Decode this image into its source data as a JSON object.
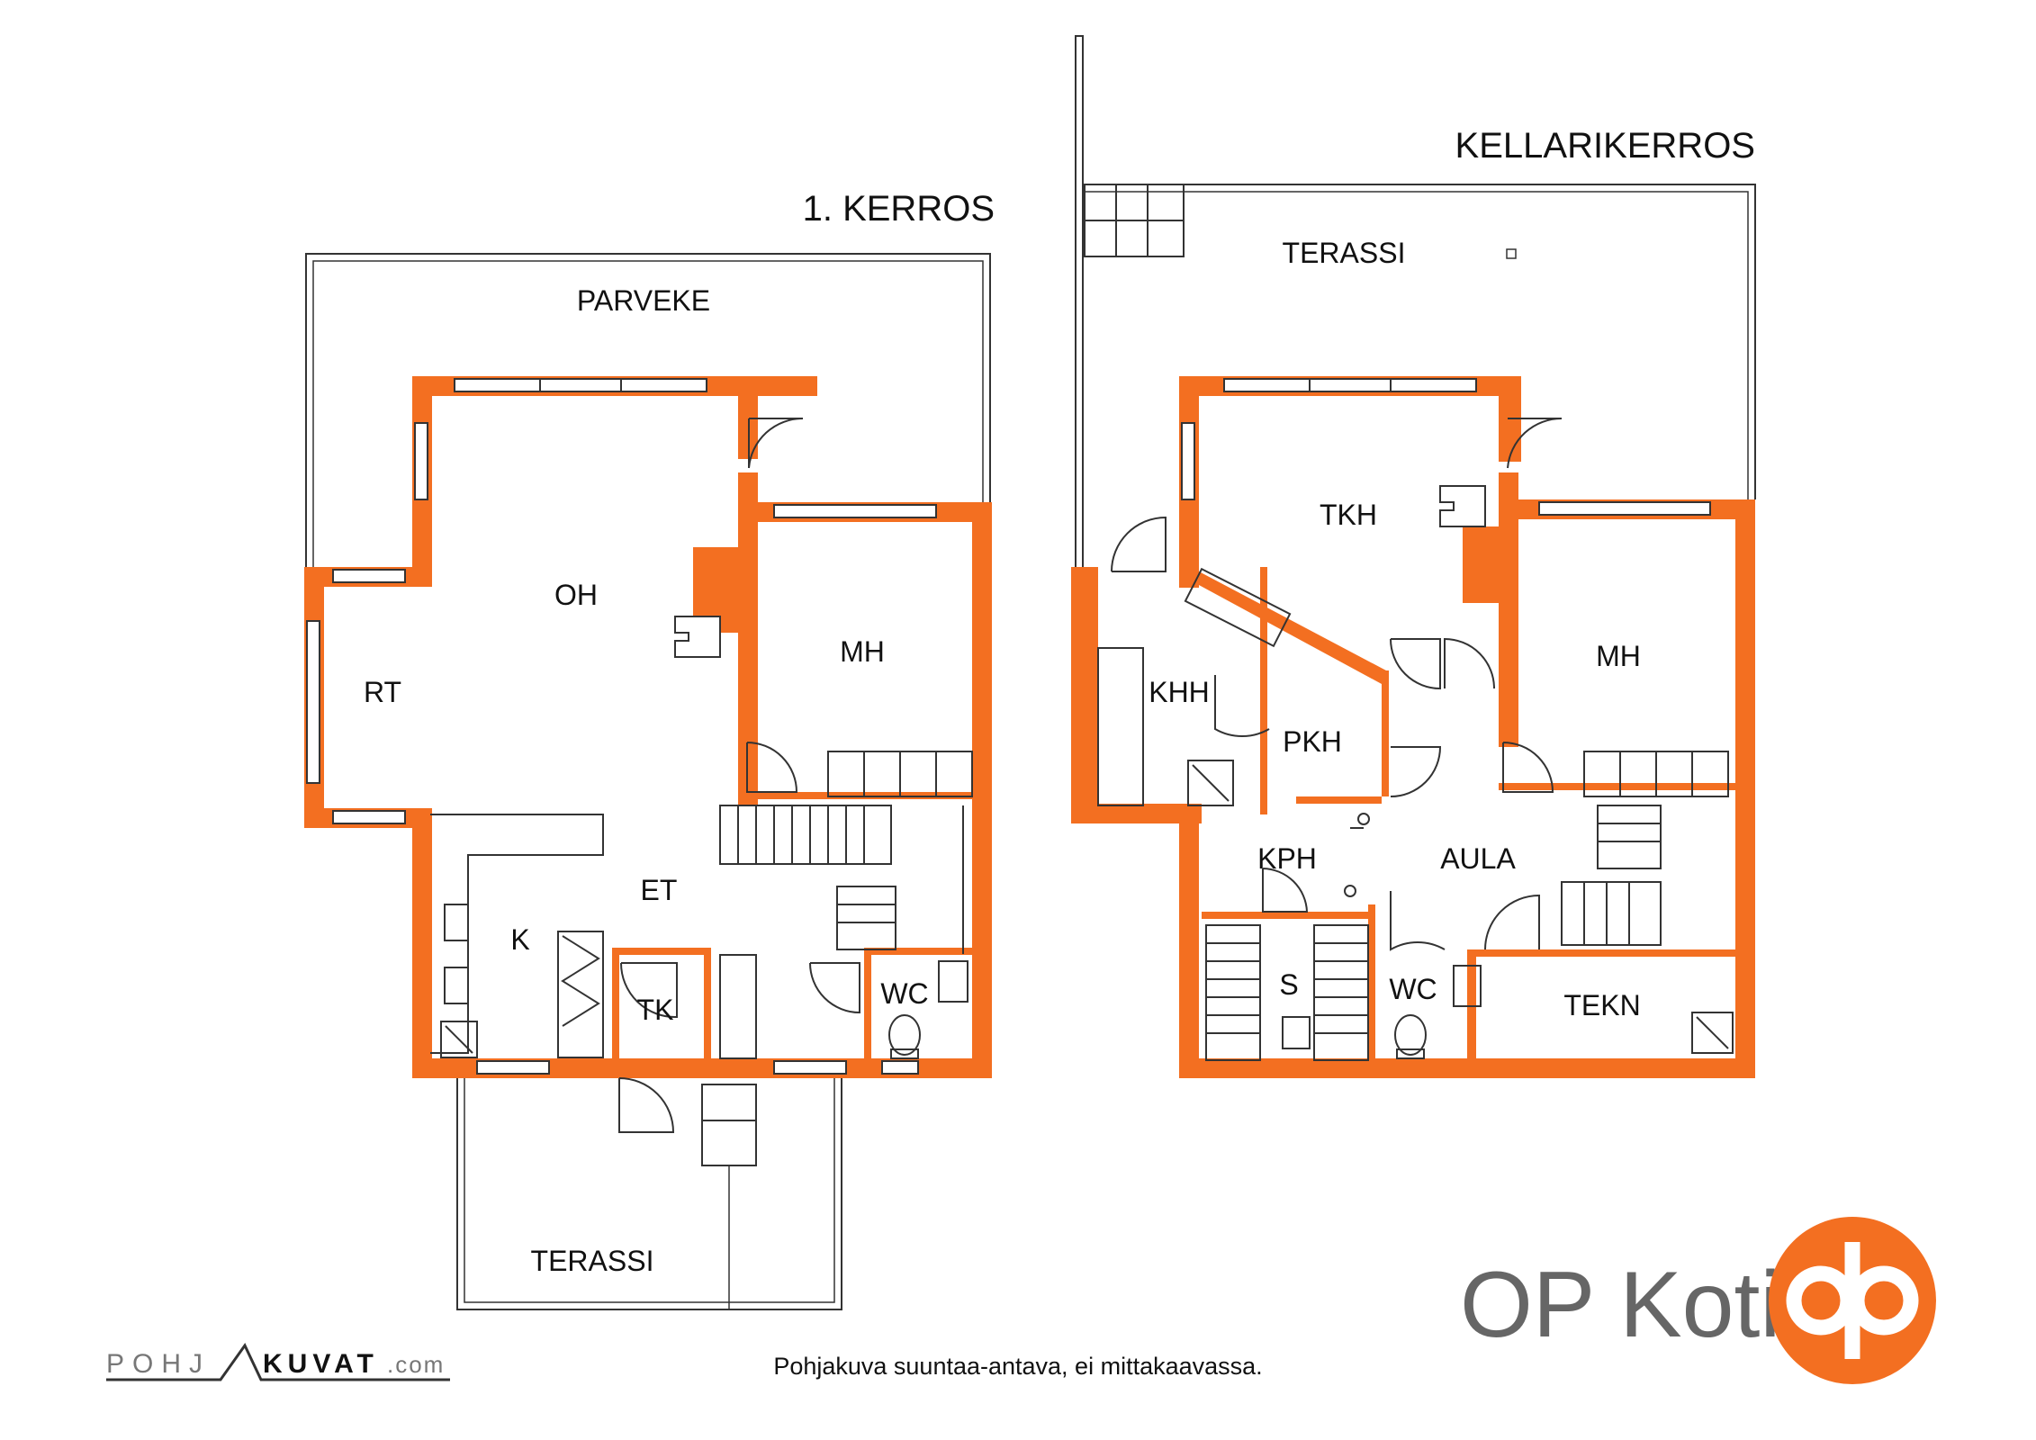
{
  "floors": {
    "first": {
      "title": "1. KERROS",
      "rooms": {
        "parveke": "PARVEKE",
        "oh": "OH",
        "mh": "MH",
        "rt": "RT",
        "et": "ET",
        "k": "K",
        "tk": "TK",
        "wc": "WC",
        "terassi": "TERASSI"
      }
    },
    "basement": {
      "title": "KELLARIKERROS",
      "rooms": {
        "terassi": "TERASSI",
        "tkh": "TKH",
        "mh": "MH",
        "khh": "KHH",
        "pkh": "PKH",
        "kph": "KPH",
        "aula": "AULA",
        "s": "S",
        "wc": "WC",
        "tekn": "TEKN"
      }
    }
  },
  "note": "Pohjakuva suuntaa-antava, ei mittakaavassa.",
  "brand": {
    "name": "OP Koti",
    "color": "#f36f21"
  },
  "credit": {
    "left": "POHJ",
    "right": "KUVAT",
    "suffix": ".com"
  },
  "colors": {
    "wall": "#f36f21",
    "line": "#333333"
  }
}
